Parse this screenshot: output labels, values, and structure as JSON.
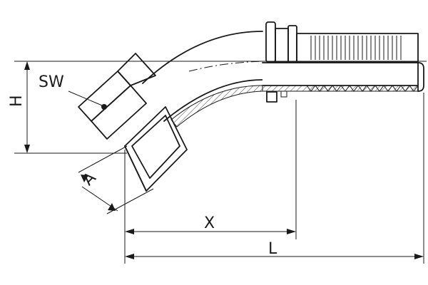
{
  "labels": {
    "sw": "SW",
    "h": "H",
    "a": "A",
    "x": "X",
    "l": "L"
  },
  "colors": {
    "line": "#1a1a1a",
    "background": "#ffffff"
  }
}
